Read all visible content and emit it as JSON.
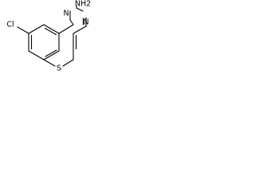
{
  "molecule": {
    "atom_labels": {
      "chlorine": "Cl",
      "sulfur": "S",
      "nitrogen_1": "N",
      "nitrogen_2": "N",
      "amine": "NH2"
    },
    "colors": {
      "bond": "#000000",
      "label": "#000000",
      "background": "#ffffff"
    }
  }
}
